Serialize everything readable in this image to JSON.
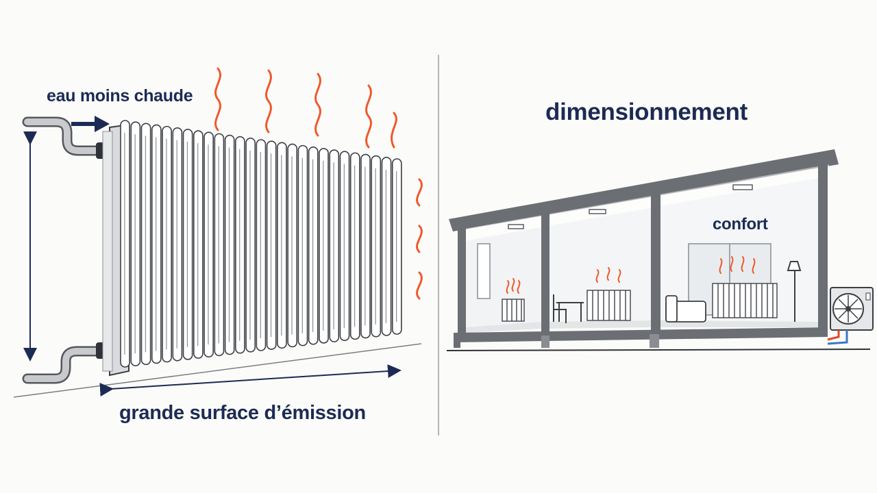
{
  "labels": {
    "water_label": "eau moins chaude",
    "surface_label": "grande surface d’émission",
    "sizing_label": "dimensionnement",
    "comfort_label": "confort"
  },
  "colors": {
    "text_navy": "#1c2b54",
    "heat_waves": "#f0582a",
    "structure_gray": "#6b6e73",
    "radiator_white": "#ffffff",
    "hot_pipe": "#e2452a",
    "cold_pipe": "#3a78c4"
  }
}
